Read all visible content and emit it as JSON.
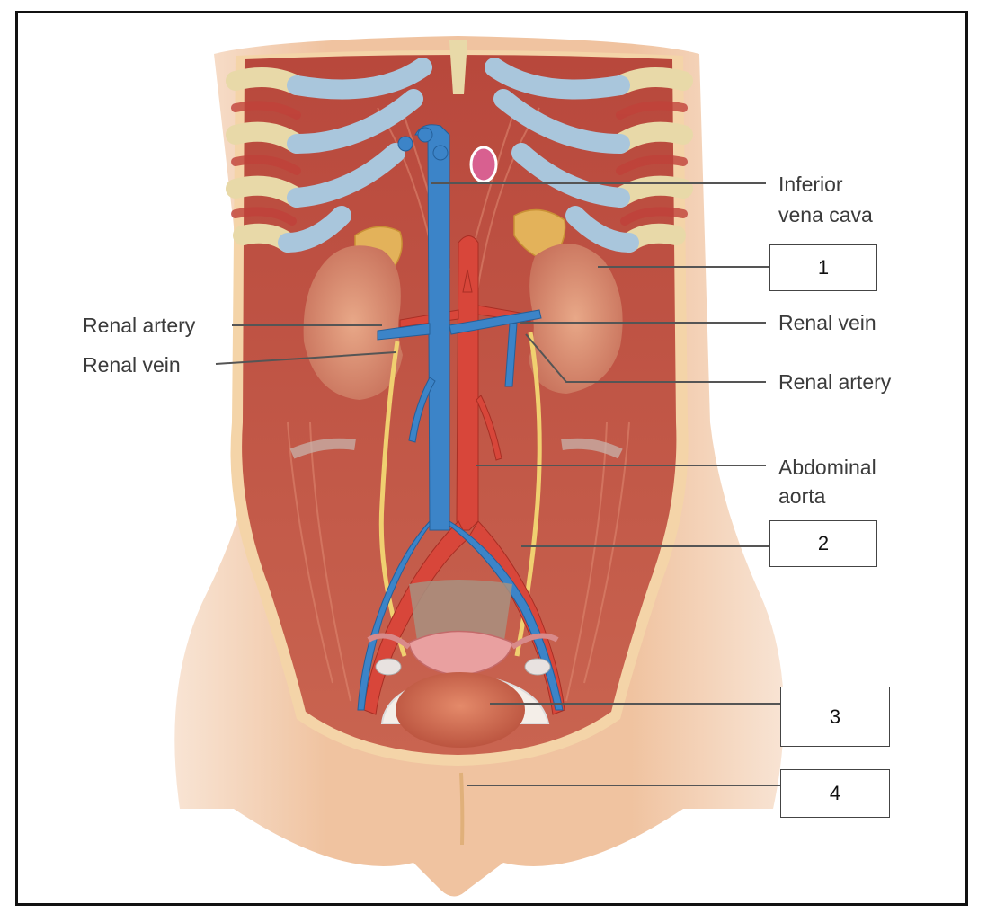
{
  "labels": {
    "ivc_line1": "Inferior",
    "ivc_line2": "vena cava",
    "renal_artery_left": "Renal artery",
    "renal_vein_left": "Renal vein",
    "renal_vein_right": "Renal vein",
    "renal_artery_right": "Renal artery",
    "aorta_line1": "Abdominal",
    "aorta_line2": "aorta"
  },
  "boxes": [
    {
      "number": "1"
    },
    {
      "number": "2"
    },
    {
      "number": "3"
    },
    {
      "number": "4"
    }
  ],
  "colors": {
    "vein": "#3c84c8",
    "artery": "#d8463a",
    "muscle": "#c85a4a",
    "kidney": "#d88a6a",
    "adrenal": "#e3b25a",
    "ureter": "#f0d070",
    "skin": "#f0c3a0",
    "rib_bone": "#e8d9a8",
    "rib_cartilage": "#a9c6dc"
  }
}
